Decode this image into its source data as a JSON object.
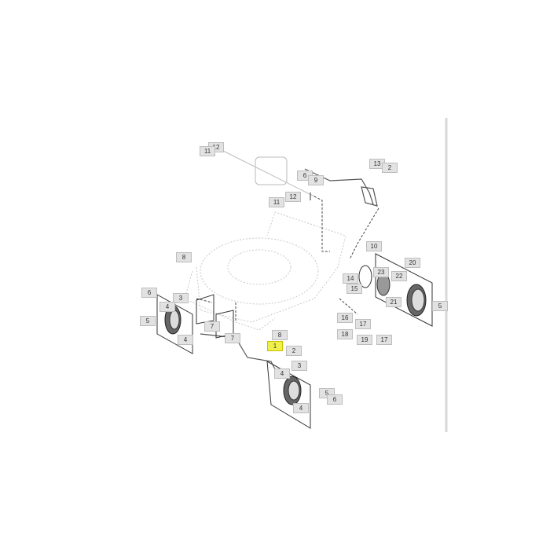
{
  "diagram": {
    "callouts": [
      {
        "id": "12",
        "hl": false
      },
      {
        "id": "11",
        "hl": false
      },
      {
        "id": "6",
        "hl": false
      },
      {
        "id": "9",
        "hl": false
      },
      {
        "id": "12",
        "hl": false
      },
      {
        "id": "11",
        "hl": false
      },
      {
        "id": "13",
        "hl": false
      },
      {
        "id": "2",
        "hl": false
      },
      {
        "id": "10",
        "hl": false
      },
      {
        "id": "20",
        "hl": false
      },
      {
        "id": "23",
        "hl": false
      },
      {
        "id": "22",
        "hl": false
      },
      {
        "id": "14",
        "hl": false
      },
      {
        "id": "15",
        "hl": false
      },
      {
        "id": "21",
        "hl": false
      },
      {
        "id": "5",
        "hl": false
      },
      {
        "id": "16",
        "hl": false
      },
      {
        "id": "17",
        "hl": false
      },
      {
        "id": "18",
        "hl": false
      },
      {
        "id": "19",
        "hl": false
      },
      {
        "id": "17",
        "hl": false
      },
      {
        "id": "8",
        "hl": false
      },
      {
        "id": "6",
        "hl": false
      },
      {
        "id": "3",
        "hl": false
      },
      {
        "id": "4",
        "hl": false
      },
      {
        "id": "5",
        "hl": false
      },
      {
        "id": "4",
        "hl": false
      },
      {
        "id": "7",
        "hl": false
      },
      {
        "id": "7",
        "hl": false
      },
      {
        "id": "8",
        "hl": false
      },
      {
        "id": "1",
        "hl": true
      },
      {
        "id": "2",
        "hl": false
      },
      {
        "id": "3",
        "hl": false
      },
      {
        "id": "4",
        "hl": false
      },
      {
        "id": "4",
        "hl": false
      },
      {
        "id": "5",
        "hl": false
      },
      {
        "id": "6",
        "hl": false
      }
    ],
    "highlight_color": "#f0f04a"
  }
}
